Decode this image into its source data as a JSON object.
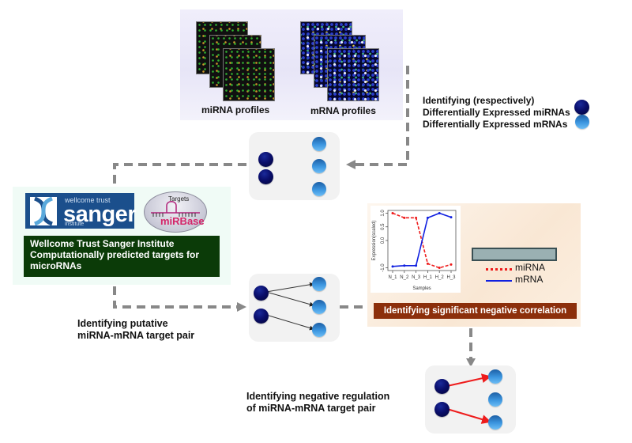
{
  "profiles": {
    "mirna_label": "miRNA profiles",
    "mrna_label": "mRNA profiles"
  },
  "legend": {
    "line1": "Identifying (respectively)",
    "line2": "Differentially Expressed miRNAs",
    "line3": "Differentially Expressed mRNAs",
    "mirna_color": "#0a0e6b",
    "mrna_color": "#3c96e0"
  },
  "sanger": {
    "logo_small": "wellcome trust",
    "logo_big": "sanger",
    "logo_inst": "institute",
    "mirbase_targets": "Targets",
    "mirbase_word": "miRBase",
    "box_lines": [
      "Wellcome Trust Sanger Institute",
      "Computationally predicted targets for",
      "microRNAs"
    ],
    "box_color": "#0b3b08"
  },
  "correlation": {
    "banner": "Identifying significant negative correlation",
    "banner_color": "#8c2f0b",
    "legend_mirna": "miRNA",
    "legend_mrna": "mRNA"
  },
  "captions": {
    "putative": [
      "Identifying putative",
      "miRNA-mRNA target pair"
    ],
    "negative": [
      "Identifying negative regulation",
      "of miRNA-mRNA target pair"
    ]
  },
  "chart_data": {
    "type": "line",
    "title": "",
    "xlabel": "Samples",
    "ylabel": "Expression(scaled)",
    "categories": [
      "N_1",
      "N_2",
      "N_3",
      "H_1",
      "H_2",
      "H_3"
    ],
    "yticks": [
      "-1.0",
      "0.0",
      "0.5",
      "1.0"
    ],
    "ylim": [
      -1.1,
      1.1
    ],
    "series": [
      {
        "name": "miRNA",
        "color": "#ee1c1c",
        "style": "dashed",
        "values": [
          1.0,
          0.83,
          0.83,
          -0.85,
          -1.0,
          -0.88
        ]
      },
      {
        "name": "mRNA",
        "color": "#1020e0",
        "style": "solid",
        "values": [
          -0.95,
          -0.92,
          -0.92,
          0.83,
          1.0,
          0.85
        ]
      }
    ]
  }
}
